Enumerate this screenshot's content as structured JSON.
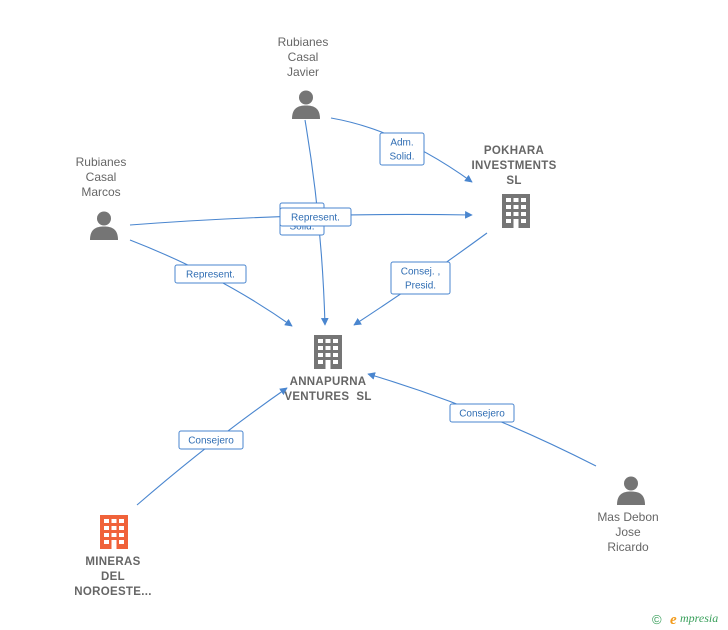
{
  "nodes": {
    "rubianes_javier": {
      "kind": "person",
      "lines": [
        "Rubianes",
        "Casal",
        "Javier"
      ]
    },
    "rubianes_marcos": {
      "kind": "person",
      "lines": [
        "Rubianes",
        "Casal",
        "Marcos"
      ]
    },
    "pokhara": {
      "kind": "company",
      "lines": [
        "POKHARA",
        "INVESTMENTS",
        "SL"
      ]
    },
    "annapurna": {
      "kind": "company",
      "lines": [
        "ANNAPURNA",
        "VENTURES  SL"
      ]
    },
    "mineras": {
      "kind": "company-highlight",
      "lines": [
        "MINERAS",
        "DEL",
        "NOROESTE..."
      ]
    },
    "mas_debon": {
      "kind": "person",
      "lines": [
        "Mas Debon",
        "Jose",
        "Ricardo"
      ]
    }
  },
  "edges": [
    {
      "from": "rubianes_javier",
      "to": "pokhara",
      "label": [
        "Adm.",
        "Solid."
      ]
    },
    {
      "from": "rubianes_javier",
      "to": "annapurna",
      "label": [
        "Adm.",
        "Solid."
      ]
    },
    {
      "from": "rubianes_marcos",
      "to": "pokhara",
      "label": [
        "Represent."
      ]
    },
    {
      "from": "rubianes_marcos",
      "to": "annapurna",
      "label": [
        "Represent."
      ]
    },
    {
      "from": "pokhara",
      "to": "annapurna",
      "label": [
        "Consej. ,",
        "Presid."
      ]
    },
    {
      "from": "mineras",
      "to": "annapurna",
      "label": [
        "Consejero"
      ]
    },
    {
      "from": "mas_debon",
      "to": "annapurna",
      "label": [
        "Consejero"
      ]
    }
  ],
  "colors": {
    "edge": "#4a86cf",
    "edge_text": "#2f6db3",
    "icon_gray": "#757575",
    "icon_highlight": "#f0623a",
    "label_gray": "#666666",
    "brand_green": "#3aa05c",
    "brand_orange": "#f29a1a"
  },
  "brand": {
    "copyright": "©",
    "initial": "e",
    "rest": "mpresia"
  }
}
